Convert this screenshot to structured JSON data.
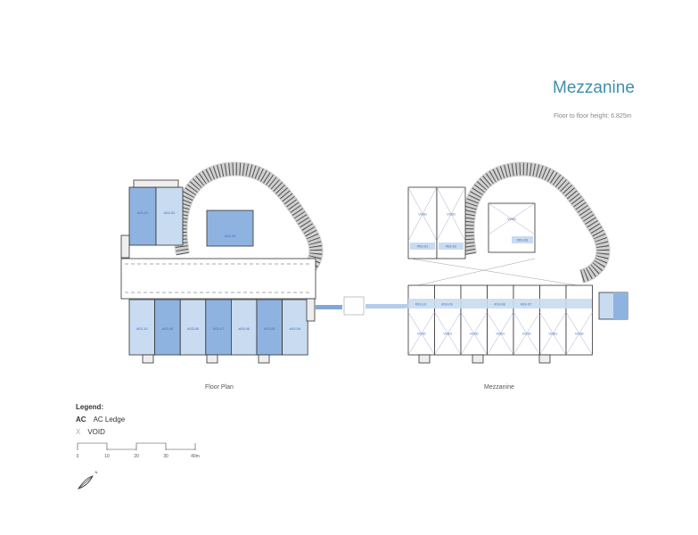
{
  "header": {
    "title": "Mezzanine",
    "subtitle": "Floor to floor height: 6.825m"
  },
  "floor_plan": {
    "caption": "Floor Plan",
    "top_units": [
      "#03-01",
      "#03-02",
      "#03-03"
    ],
    "bottom_units": [
      "#03-10",
      "#03-09",
      "#03-08",
      "#03-07",
      "#03-06",
      "#03-05",
      "#03-04"
    ]
  },
  "mezzanine": {
    "caption": "Mezzanine",
    "void_label": "VOID",
    "ledge_labels": [
      "#03-01",
      "#03-02",
      "#03-03",
      "#03-10",
      "#03-09",
      "#03-08",
      "#03-07"
    ]
  },
  "legend": {
    "heading": "Legend:",
    "items": [
      {
        "symbol": "AC",
        "label": "AC Ledge"
      },
      {
        "symbol": "X",
        "label": "VOID"
      }
    ],
    "scale_ticks": [
      "0",
      "10",
      "20",
      "30",
      "40m"
    ]
  },
  "north_label": "N",
  "colors": {
    "unit_dark": "#8fb3e0",
    "unit_light": "#c9dbf1",
    "title": "#3f8fa8",
    "line": "#333333"
  }
}
